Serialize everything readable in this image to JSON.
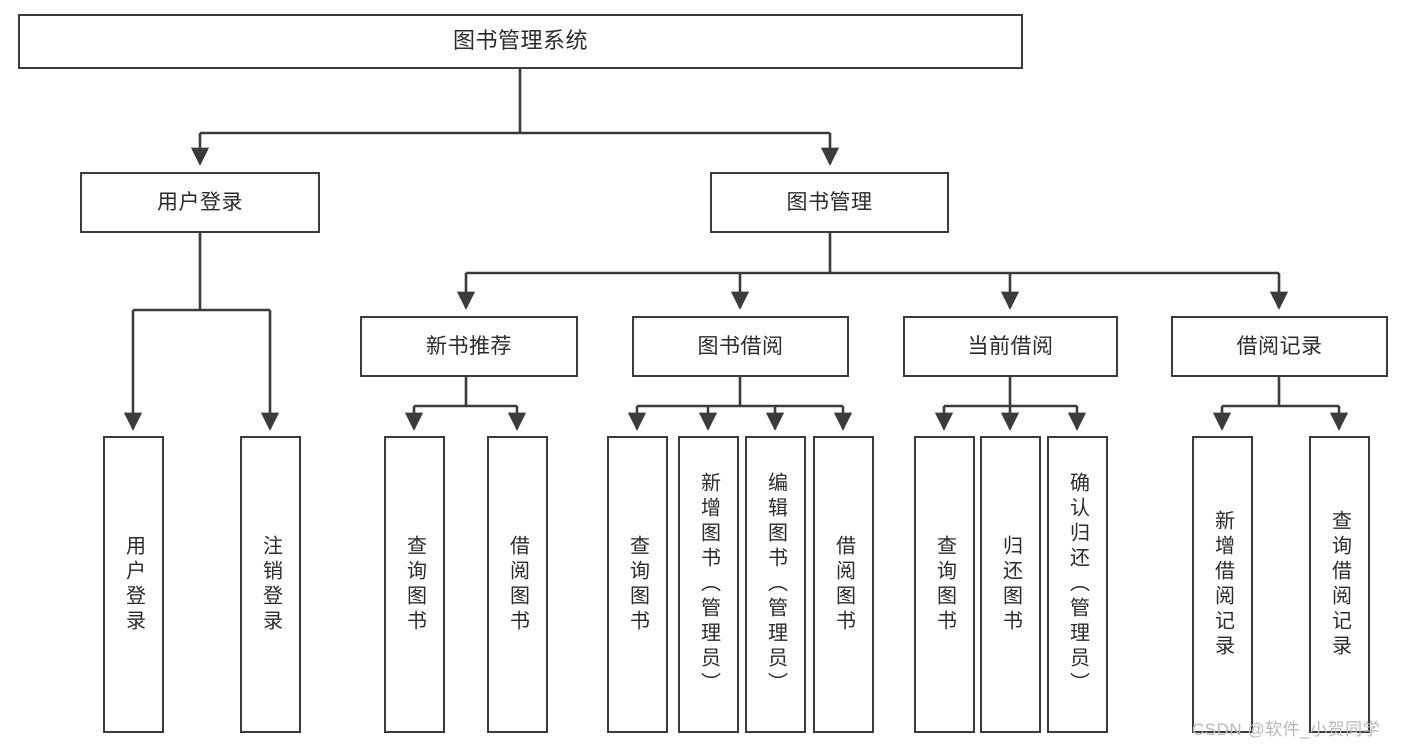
{
  "diagram": {
    "title": "图书管理系统",
    "type": "tree-hierarchy-diagram",
    "root": {
      "label": "图书管理系统"
    },
    "level2": [
      {
        "label": "用户登录"
      },
      {
        "label": "图书管理"
      }
    ],
    "level3": [
      {
        "label": "新书推荐"
      },
      {
        "label": "图书借阅"
      },
      {
        "label": "当前借阅"
      },
      {
        "label": "借阅记录"
      }
    ],
    "leaves": {
      "user_login": [
        {
          "label": "用户登录"
        },
        {
          "label": "注销登录"
        }
      ],
      "new_book_rec": [
        {
          "label": "查询图书"
        },
        {
          "label": "借阅图书"
        }
      ],
      "book_borrow": [
        {
          "label": "查询图书"
        },
        {
          "label": "新增图书（管理员）"
        },
        {
          "label": "编辑图书（管理员）"
        },
        {
          "label": "借阅图书"
        }
      ],
      "current_borrow": [
        {
          "label": "查询图书"
        },
        {
          "label": "归还图书"
        },
        {
          "label": "确认归还（管理员）"
        }
      ],
      "borrow_record": [
        {
          "label": "新增借阅记录"
        },
        {
          "label": "查询借阅记录"
        }
      ]
    }
  },
  "watermark": {
    "text": "CSDN @软件_小贺同学"
  },
  "colors": {
    "stroke": "#3b3b3b",
    "background": "#ffffff",
    "text": "#2b2b2b",
    "watermark": "#b9b9b9"
  }
}
